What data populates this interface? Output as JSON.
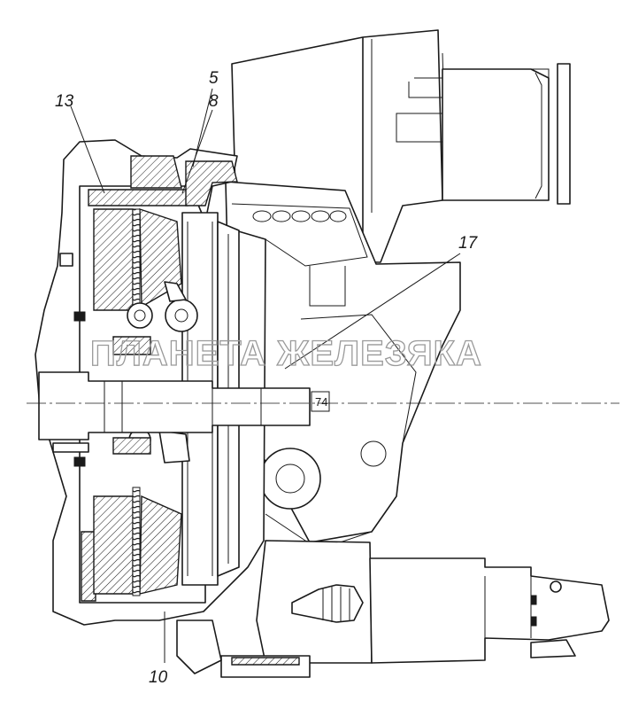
{
  "drawing": {
    "callouts": [
      {
        "id": "callout-13",
        "label": "13"
      },
      {
        "id": "callout-5",
        "label": "5"
      },
      {
        "id": "callout-8",
        "label": "8"
      },
      {
        "id": "callout-17",
        "label": "17"
      },
      {
        "id": "callout-10",
        "label": "10"
      }
    ],
    "marking": "74",
    "watermark": "ПЛАНЕТА ЖЕЛЕЗЯКА"
  },
  "colors": {
    "line": "#1a1a1a",
    "watermark": "#9a9a9a",
    "background": "#ffffff"
  }
}
